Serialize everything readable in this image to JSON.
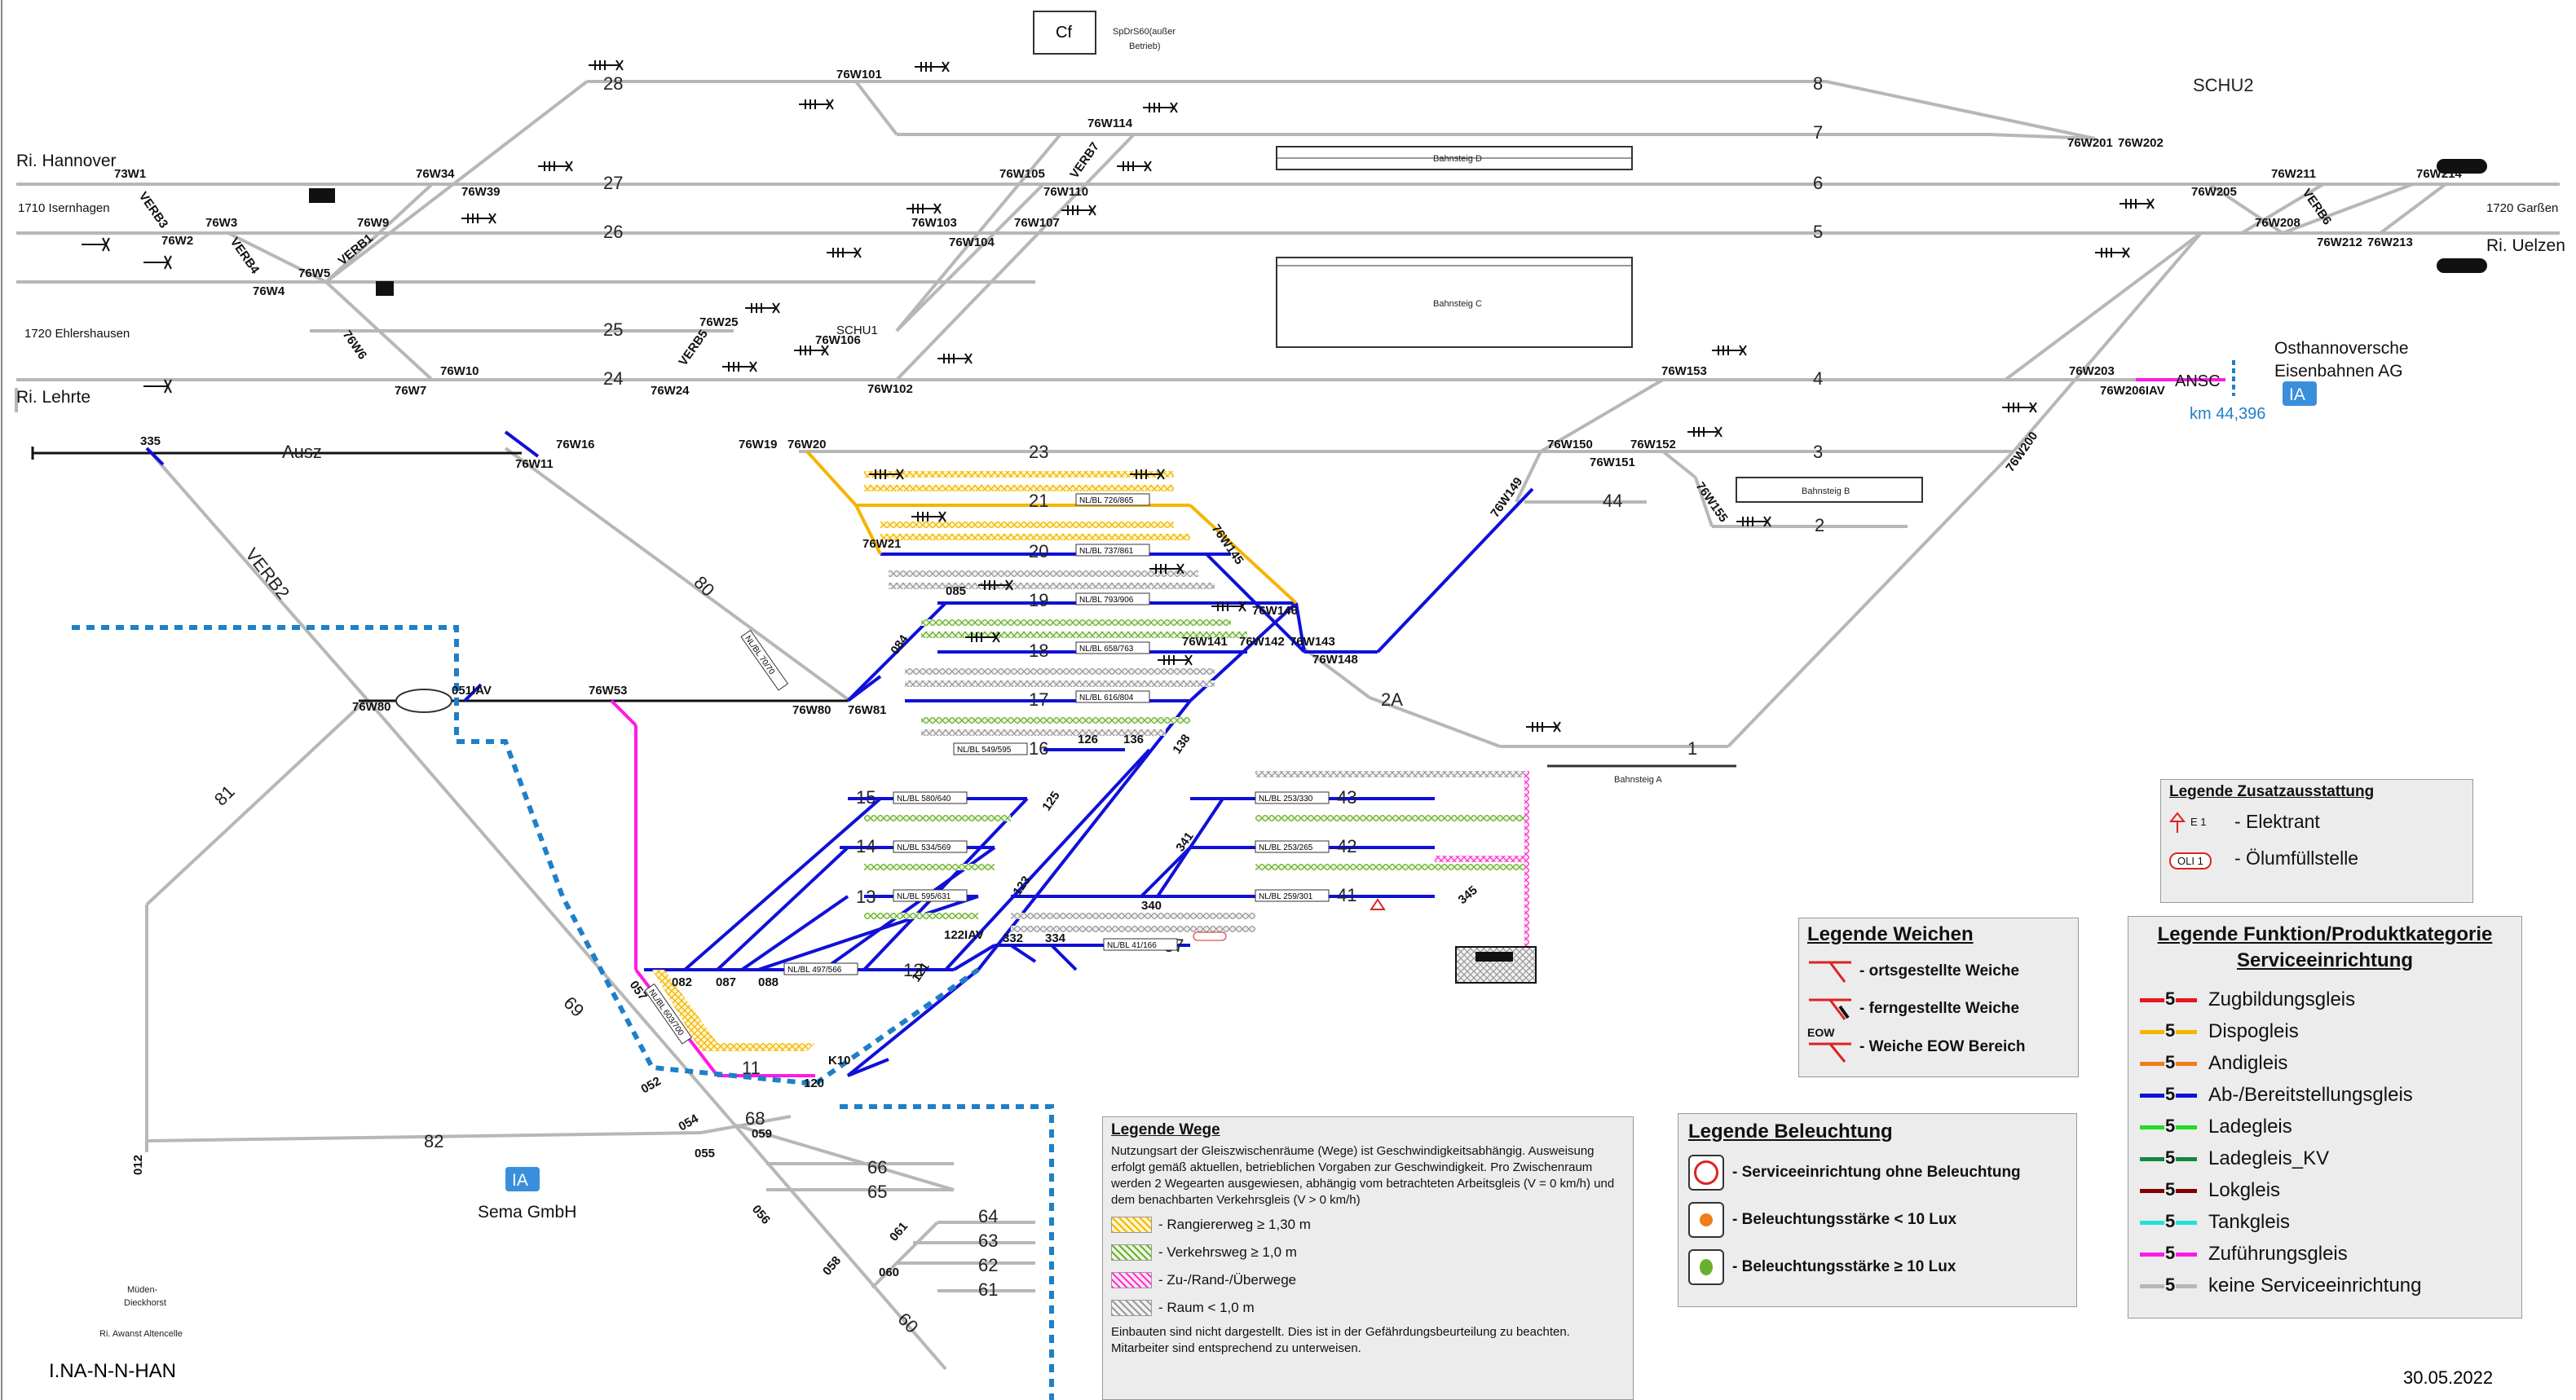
{
  "header": {
    "cf_box": "Cf",
    "sp_note_line1": "SpDrS60(außer",
    "sp_note_line2": "Betrieb)"
  },
  "directions": {
    "hannover": "Ri. Hannover",
    "isernhagen": "1710  Isernhagen",
    "ehlershausen": "1720  Ehlershausen",
    "lehrte": "Ri. Lehrte",
    "garssen": "1720  Garßen",
    "uelzen": "Ri. Uelzen",
    "muden_l1": "Müden-",
    "muden_l2": "Dieckhorst",
    "awanst": "Ri. Awanst Altencelle",
    "ostha_l1": "Osthannoversche",
    "ostha_l2": "Eisenbahnen AG",
    "sema": "Sema GmbH",
    "ia": "IA",
    "km": "km 44,396",
    "ansc": "ANSC"
  },
  "platforms": {
    "a": "Bahnsteig A",
    "b": "Bahnsteig B",
    "c": "Bahnsteig C",
    "d": "Bahnsteig D"
  },
  "tracks": {
    "t1": "1",
    "t2": "2",
    "t2a": "2A",
    "t3": "3",
    "t4": "4",
    "t5": "5",
    "t6": "6",
    "t7": "7",
    "t8": "8",
    "t11": "11",
    "t12": "12",
    "t13": "13",
    "t14": "14",
    "t15": "15",
    "t16": "16",
    "t17": "17",
    "t18": "18",
    "t19": "19",
    "t20": "20",
    "t21": "21",
    "t23": "23",
    "t24": "24",
    "t25": "25",
    "t26": "26",
    "t27": "27",
    "t28": "28",
    "t41": "41",
    "t42": "42",
    "t43": "43",
    "t44": "44",
    "t57": "57",
    "t60": "60",
    "t61": "61",
    "t62": "62",
    "t63": "63",
    "t64": "64",
    "t65": "65",
    "t66": "66",
    "t68": "68",
    "t69": "69",
    "t80": "80",
    "t81": "81",
    "t82": "82",
    "ausz": "Ausz",
    "verb2": "VERB2",
    "schu1": "SCHU1",
    "schu2": "SCHU2"
  },
  "switches": {
    "w101": "76W101",
    "w114": "76W114",
    "w201": "76W201",
    "w202": "76W202",
    "w34": "76W34",
    "w39": "76W39",
    "w105": "76W105",
    "w110": "76W110",
    "w205": "76W205",
    "w211": "76W211",
    "w214": "76W214",
    "w1": "73W1",
    "w2": "76W2",
    "w3": "76W3",
    "w4": "76W4",
    "w5": "76W5",
    "w6": "76W6",
    "w7": "76W7",
    "w9": "76W9",
    "w10": "76W10",
    "w11": "76W11",
    "w16": "76W16",
    "w19": "76W19",
    "w20": "76W20",
    "w21": "76W21",
    "w24": "76W24",
    "w25": "76W25",
    "w102": "76W102",
    "w103": "76W103",
    "w104": "76W104",
    "w106": "76W106",
    "w107": "76W107",
    "w141": "76W141",
    "w142": "76W142",
    "w143": "76W143",
    "w145": "76W145",
    "w146": "76W146",
    "w148": "76W148",
    "w149": "76W149",
    "w150": "76W150",
    "w151": "76W151",
    "w152": "76W152",
    "w153": "76W153",
    "w155": "76W155",
    "w200": "76W200",
    "w203": "76W203",
    "w206": "76W206IAV",
    "w208": "76W208",
    "w212": "76W212",
    "w213": "76W213",
    "w53": "76W53",
    "w80a": "76W80",
    "w80b": "76W80",
    "w81": "76W81",
    "verb3": "VERB3",
    "verb4": "VERB4",
    "verb1": "VERB1",
    "verb5": "VERB5",
    "verb7": "VERB7",
    "verb6": "VERB6",
    "s335": "335",
    "s051": "051IAV",
    "s122": "122IAV",
    "s084": "084",
    "s085": "085",
    "s126": "126",
    "s136": "136",
    "s138": "138",
    "s125": "125",
    "s123": "123",
    "s121": "121",
    "s082": "082",
    "s087": "087",
    "s088": "088",
    "s057": "057",
    "s120": "120",
    "sk10": "K10",
    "s340": "340",
    "s341": "341",
    "s345": "345",
    "s332": "332",
    "s334": "334",
    "s052": "052",
    "s054": "054",
    "s055": "055",
    "s059": "059",
    "s056": "056",
    "s058": "058",
    "s060": "060",
    "s061": "061",
    "s012": "012"
  },
  "nlbl": {
    "n21": "NL/BL 726/865",
    "n20": "NL/BL 737/861",
    "n19": "NL/BL 793/906",
    "n18": "NL/BL 658/763",
    "n17": "NL/BL 616/804",
    "n16": "NL/BL 549/595",
    "n15": "NL/BL 580/640",
    "n14": "NL/BL 534/569",
    "n13": "NL/BL 595/631",
    "n12": "NL/BL 497/566",
    "n57": "NL/BL 41/166",
    "n43": "NL/BL 253/330",
    "n42": "NL/BL 253/265",
    "n41": "NL/BL 259/301",
    "n80": "NL/BL 70/70",
    "n11": "NL/BL 603/700"
  },
  "legend_wege": {
    "title": "Legende Wege",
    "text": "Nutzungsart der Gleiszwischenräume (Wege) ist Geschwindigkeitsabhängig. Ausweisung erfolgt gemäß aktuellen, betrieblichen Vorgaben zur Geschwindigkeit. Pro Zwischenraum werden 2 Wegearten ausgewiesen, abhängig vom betrachteten Arbeitsgleis (V = 0 km/h) und dem benachbarten Verkehrsgleis (V > 0 km/h)",
    "items": [
      {
        "label": "- Rangiererweg ≥ 1,30 m",
        "color": "#f5b400"
      },
      {
        "label": "- Verkehrsweg ≥ 1,0 m",
        "color": "#6ab02e"
      },
      {
        "label": "- Zu-/Rand-/Überwege",
        "color": "#ff33cc"
      },
      {
        "label": "- Raum < 1,0 m",
        "color": "#9a9a9a"
      }
    ],
    "footer": "Einbauten sind nicht dargestellt. Dies ist in der Gefährdungsbeurteilung zu beachten. Mitarbeiter sind entsprechend zu unterweisen."
  },
  "legend_beleuchtung": {
    "title": "Legende Beleuchtung",
    "items": [
      {
        "label": "- Serviceeinrichtung ohne Beleuchtung"
      },
      {
        "label": "- Beleuchtungsstärke < 10 Lux"
      },
      {
        "label": "- Beleuchtungsstärke ≥ 10 Lux"
      }
    ]
  },
  "legend_weichen": {
    "title": "Legende Weichen",
    "eow": "EOW",
    "items": [
      {
        "label": "- ortsgestellte Weiche"
      },
      {
        "label": "- ferngestellte Weiche"
      },
      {
        "label": "- Weiche EOW Bereich"
      }
    ]
  },
  "legend_zusatz": {
    "title": "Legende Zusatzausstattung",
    "e1": "E 1",
    "oli": "OLI 1",
    "items": [
      {
        "label": "- Elektrant"
      },
      {
        "label": "- Ölumfüllstelle"
      }
    ]
  },
  "legend_kategorie": {
    "title_l1": "Legende Funktion/Produktkategorie",
    "title_l2": "Serviceeinrichtung",
    "num": "5",
    "items": [
      {
        "label": "Zugbildungsgleis",
        "color": "#e8161b"
      },
      {
        "label": "Dispogleis",
        "color": "#f5b400"
      },
      {
        "label": "Andigleis",
        "color": "#f07c1a"
      },
      {
        "label": "Ab-/Bereitstellungsgleis",
        "color": "#1010d8"
      },
      {
        "label": "Ladegleis",
        "color": "#22dd22"
      },
      {
        "label": "Ladegleis_KV",
        "color": "#118844"
      },
      {
        "label": "Lokgleis",
        "color": "#800000"
      },
      {
        "label": "Tankgleis",
        "color": "#22e0e0"
      },
      {
        "label": "Zuführungsgleis",
        "color": "#ff19e6"
      },
      {
        "label": "keine Serviceeinrichtung",
        "color": "#b7b7b7"
      }
    ]
  },
  "footer": {
    "code": "I.NA-N-N-HAN",
    "date": "30.05.2022"
  },
  "colors": {
    "grey": "#b7b7b7",
    "blue": "#1010d8",
    "magenta": "#ff19e6",
    "yellow": "#f5b400",
    "dashed": "#1f7fc8",
    "ia": "#3a8fdc"
  }
}
